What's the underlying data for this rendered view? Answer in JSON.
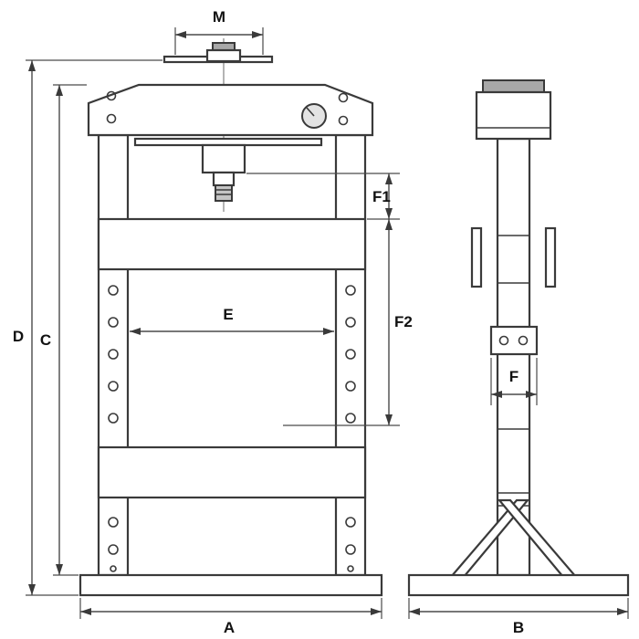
{
  "diagram": {
    "dimensions": {
      "m": "M",
      "d": "D",
      "c": "C",
      "e": "E",
      "f1": "F1",
      "f2": "F2",
      "a": "A",
      "f": "F",
      "b": "B"
    },
    "colors": {
      "line": "#3a3a3a",
      "dimension_line": "#4a4a4a",
      "label_text": "#111111",
      "metal_fill": "#a8a8a8",
      "gauge_fill": "#e3e3e3",
      "background": "#ffffff"
    }
  }
}
